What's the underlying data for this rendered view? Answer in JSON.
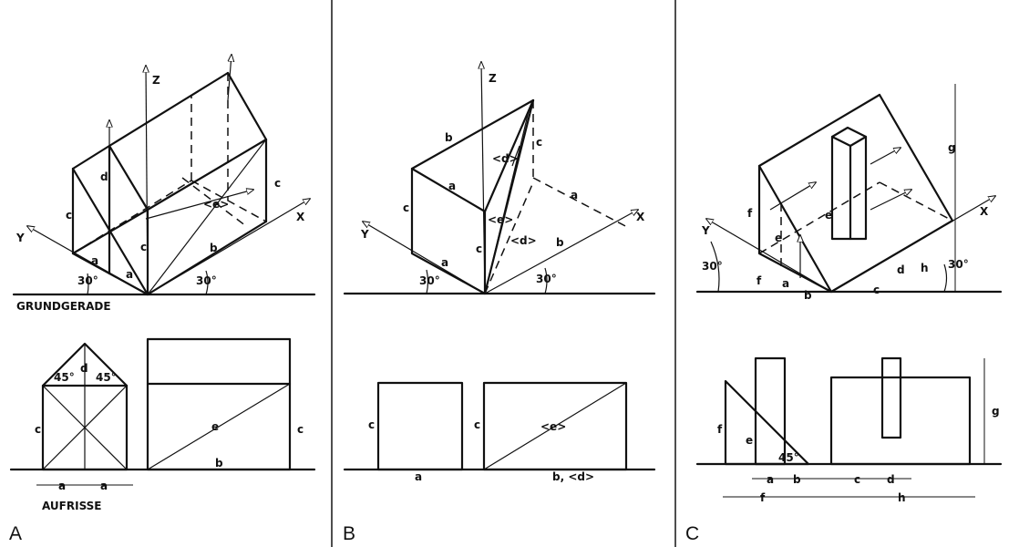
{
  "panels": [
    {
      "id": "A",
      "caption": "A"
    },
    {
      "id": "B",
      "caption": "B"
    },
    {
      "id": "C",
      "caption": "C"
    }
  ],
  "labels": {
    "grundgerade": "GRUNDGERADE",
    "aufrisse": "AUFRISSE",
    "x": "X",
    "y": "Y",
    "z": "Z",
    "a": "a",
    "b": "b",
    "c": "c",
    "d": "d",
    "e": "e",
    "f": "f",
    "g": "g",
    "h": "h",
    "angle30": "30°",
    "angle45": "45°",
    "e_true": "<e>",
    "d_true": "<d>",
    "b_d": "b, <d>"
  }
}
